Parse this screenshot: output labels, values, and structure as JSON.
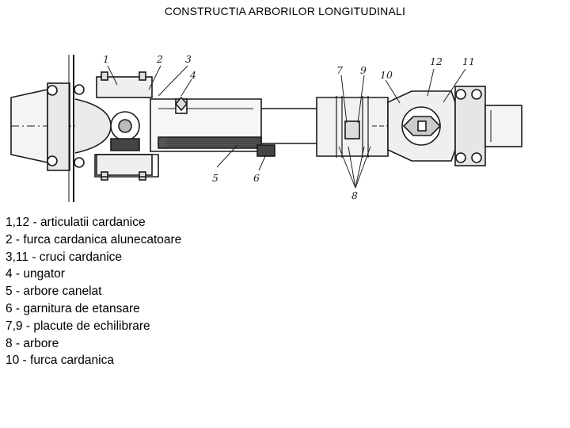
{
  "title": "CONSTRUCTIA ARBORILOR LONGITUDINALI",
  "callouts": [
    "1",
    "2",
    "3",
    "4",
    "5",
    "6",
    "7",
    "9",
    "10",
    "8",
    "12",
    "11"
  ],
  "legend": [
    "1,12 - articulatii cardanice",
    "2 - furca cardanica alunecatoare",
    "3,11 - cruci cardanice",
    "4 - ungator",
    "5 - arbore canelat",
    "6 - garnitura de etansare",
    "7,9 - placute de echilibrare",
    "8 - arbore",
    "10 - furca cardanica"
  ]
}
